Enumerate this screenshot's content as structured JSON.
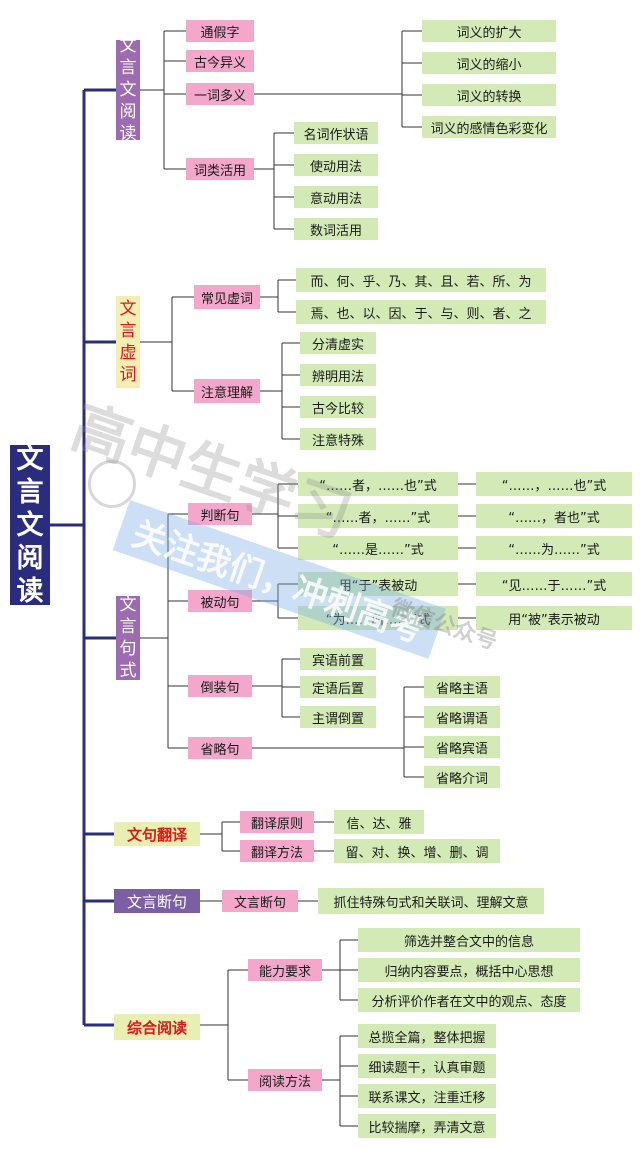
{
  "root": {
    "label": "文言文阅读"
  },
  "watermark": {
    "main": "高中生学习",
    "band": "关注我们，冲刺高考",
    "side": "微信公众号"
  },
  "categories": {
    "c1": "文言文阅读",
    "c2": "文言虚词",
    "c3": "文言句式",
    "c4": "文句翻译",
    "c5": "文言断句",
    "c6": "综合阅读"
  },
  "nodes": {
    "tjz": "通假字",
    "gjyy": "古今异义",
    "ycdy": "一词多义",
    "cy_kd": "词义的扩大",
    "cy_sx": "词义的缩小",
    "cy_zh": "词义的转换",
    "cy_gq": "词义的感情色彩变化",
    "clhy": "词类活用",
    "mczzy": "名词作状语",
    "sdyf": "使动用法",
    "ydyf": "意动用法",
    "schy": "数词活用",
    "cjxc": "常见虚词",
    "xc1": "而、何、乎、乃、其、且、若、所、为",
    "xc2": "焉、也、以、因、于、与、则、者、之",
    "zyl": "注意理解",
    "fqxs": "分清虚实",
    "bmyf": "辨明用法",
    "gjbj": "古今比较",
    "zyts": "注意特殊",
    "pdj": "判断句",
    "pd1a": "“……者，……也”式",
    "pd1b": "“……，……也”式",
    "pd2a": "“……者，……”式",
    "pd2b": "“……，者也”式",
    "pd3a": "“……是……”式",
    "pd3b": "“……为……”式",
    "bdj": "被动句",
    "bd1a": "用“于”表被动",
    "bd1b": "“见……于……”式",
    "bd2a": "“为……所……”式",
    "bd2b": "用“被”表示被动",
    "dzj": "倒装句",
    "bzqz": "宾语前置",
    "ddhz": "定语后置",
    "zwdz": "主谓倒置",
    "slj": "省略句",
    "slzy": "省略主语",
    "slwy": "省略谓语",
    "slby": "省略宾语",
    "sljc": "省略介词",
    "fyyz": "翻译原则",
    "xdy": "信、达、雅",
    "fyff": "翻译方法",
    "ldh": "留、对、换、增、删、调",
    "wydj": "文言断句",
    "zzts": "抓住特殊句式和关联词、理解文意",
    "nlyq": "能力要求",
    "nl1": "筛选并整合文中的信息",
    "nl2": "归纳内容要点，概括中心思想",
    "nl3": "分析评价作者在文中的观点、态度",
    "ydff": "阅读方法",
    "yd1": "总揽全篇，整体把握",
    "yd2": "细读题干，认真审题",
    "yd3": "联系课文，注重迁移",
    "yd4": "比较揣摩，弄清文意"
  },
  "colors": {
    "line": "#2a2d7c",
    "root_bg": "#2a2d7c",
    "pink": "#f2a7cb",
    "green": "#d3eab6",
    "purple": "#9c6bb0",
    "highlight_text": "#e01818"
  }
}
